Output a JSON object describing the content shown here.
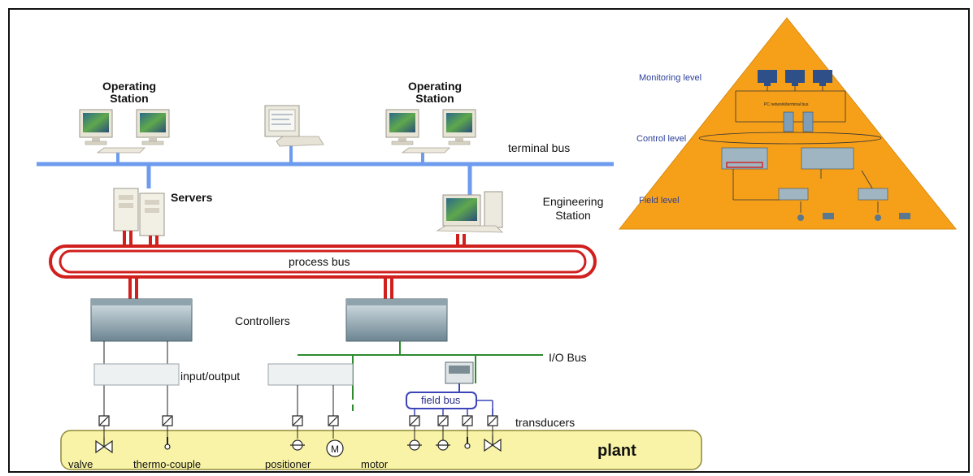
{
  "labels": {
    "operating_station_left": "Operating\nStation",
    "operating_station_right": "Operating\nStation",
    "terminal_bus": "terminal bus",
    "servers": "Servers",
    "engineering_station": "Engineering\nStation",
    "process_bus": "process bus",
    "controllers": "Controllers",
    "io_bus": "I/O Bus",
    "input_output": "input/output",
    "field_bus": "field bus",
    "transducers": "transducers",
    "plant": "plant",
    "valve": "valve",
    "thermo_couple": "thermo-couple",
    "positioner": "positioner",
    "motor": "motor",
    "motor_symbol": "M"
  },
  "pyramid": {
    "monitoring_level": "Monitoring level",
    "control_level": "Control level",
    "field_level": "Field level",
    "network_caption": "PC network/terminal bus"
  },
  "colors": {
    "terminal_bus": "#6d9bee",
    "process_bus": "#d0201e",
    "io_bus": "#2e8b2e",
    "field_bus": "#3b45b8",
    "plant_fill": "#f8f3a6",
    "pyramid_fill": "#f6a01a"
  }
}
